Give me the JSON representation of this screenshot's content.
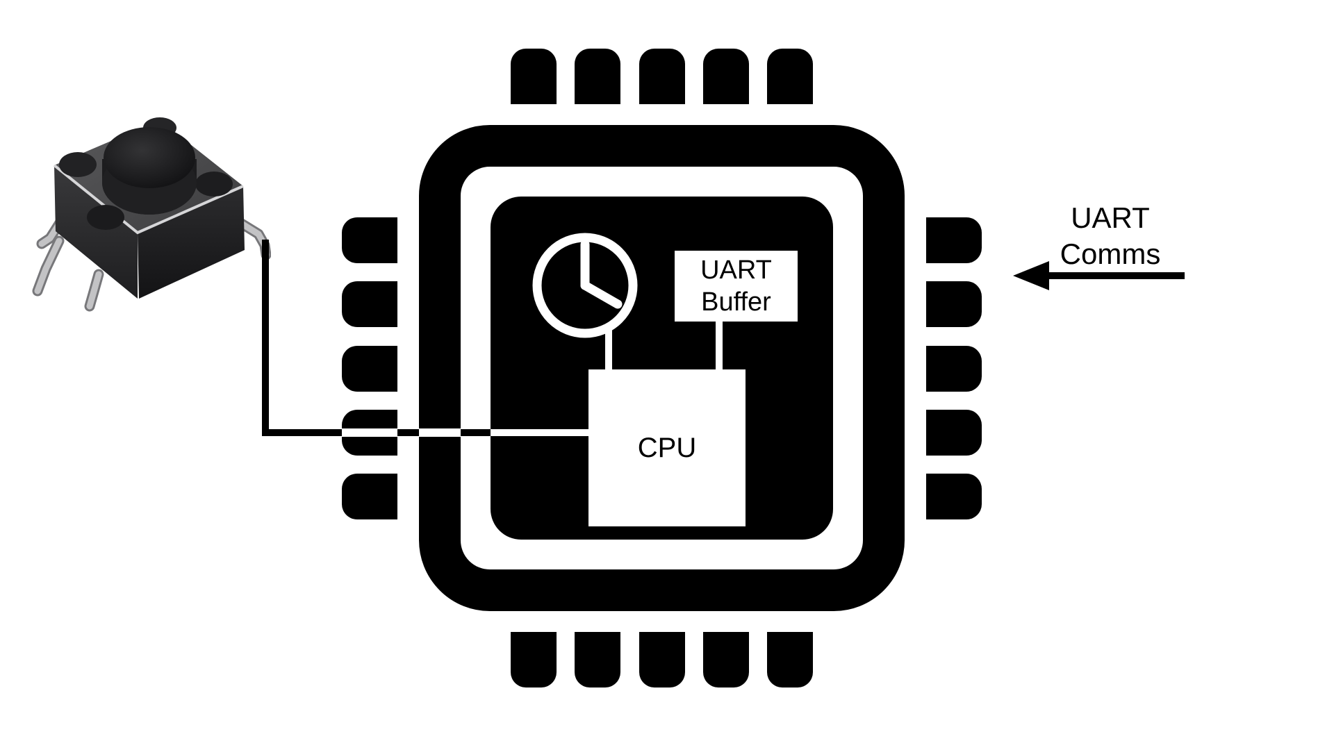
{
  "labels": {
    "cpu": "CPU",
    "uart_buffer_line1": "UART",
    "uart_buffer_line2": "Buffer",
    "uart_comms_line1": "UART",
    "uart_comms_line2": "Comms"
  },
  "chip": {
    "pins_per_side": 5,
    "sides_with_pins": [
      "top",
      "bottom",
      "left",
      "right"
    ]
  },
  "icons": {
    "chip": "microcontroller-chip-icon",
    "clock": "clock-icon",
    "button": "tact-switch-push-button-photo",
    "arrow": "left-arrow"
  },
  "colors": {
    "ink": "#000000",
    "background": "#ffffff",
    "button_body_top": "#4b4b4d",
    "button_body_side": "#232325",
    "button_plunger": "#1a1a1c",
    "button_legs": "#bcbcbe"
  }
}
